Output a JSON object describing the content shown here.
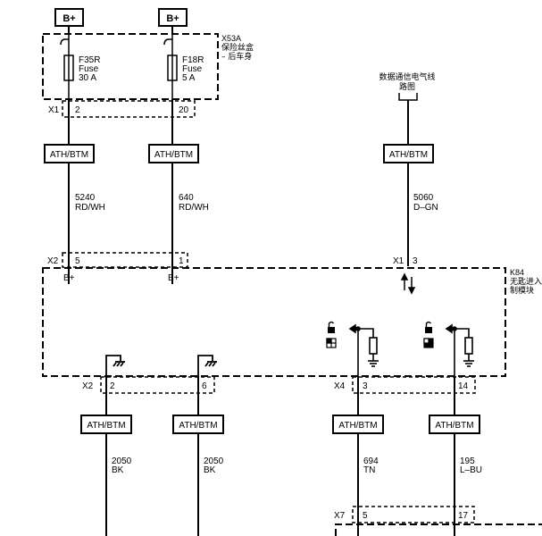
{
  "power_labels": {
    "left": "B+",
    "right": "B+"
  },
  "fuse_box": {
    "name": "X53A",
    "desc_line1": "保险丝盒",
    "desc_line2": "– 后车身",
    "fuse1": {
      "name": "F35R",
      "type": "Fuse",
      "rating": "30 A"
    },
    "fuse2": {
      "name": "F18R",
      "type": "Fuse",
      "rating": "5 A"
    },
    "connector": "X1",
    "pin1": "2",
    "pin2": "20"
  },
  "ath_label": "ATH/BTM",
  "wires": {
    "w5240": {
      "num": "5240",
      "color": "RD/WH"
    },
    "w640": {
      "num": "640",
      "color": "RD/WH"
    },
    "w5060": {
      "num": "5060",
      "color": "D–GN"
    },
    "w2050a": {
      "num": "2050",
      "color": "BK"
    },
    "w2050b": {
      "num": "2050",
      "color": "BK"
    },
    "w694": {
      "num": "694",
      "color": "TN"
    },
    "w195": {
      "num": "195",
      "color": "L–BU"
    }
  },
  "data_ref": {
    "line1": "数据通信电气线",
    "line2": "路图"
  },
  "module": {
    "name": "K84",
    "desc_line1": "无匙进入",
    "desc_line2": "制模块",
    "top_conn_left": "X2",
    "pin_5": "5",
    "pin_1": "1",
    "bplus_5": "B+",
    "bplus_1": "B+",
    "top_conn_right": "X1",
    "pin_3": "3",
    "bot_conn_left": "X2",
    "pin_2": "2",
    "pin_6": "6",
    "bot_conn_right": "X4",
    "pin_x4_3": "3",
    "pin_x4_14": "14"
  },
  "x7": {
    "name": "X7",
    "pin_a": "5",
    "pin_b": "17"
  }
}
